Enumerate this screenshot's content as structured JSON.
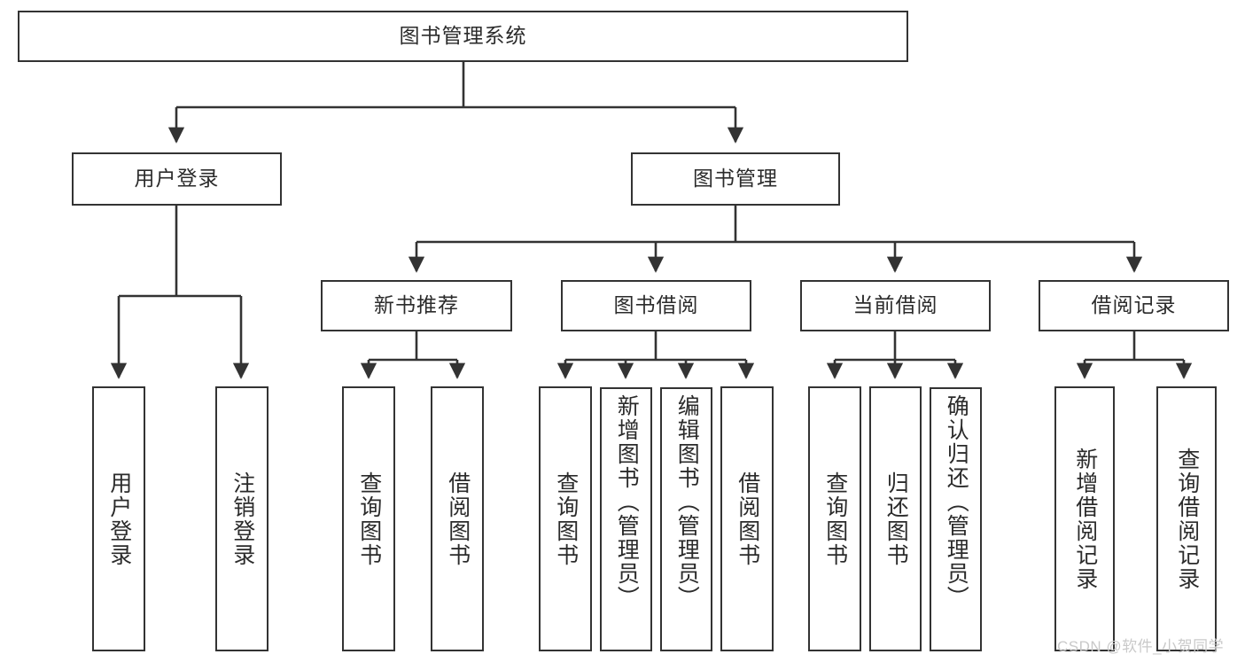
{
  "diagram": {
    "title": "图书管理系统",
    "watermark": "CSDN @软件_小贺同学",
    "colors": {
      "box_border": "#333333",
      "box_fill": "#ffffff",
      "connector": "#333333",
      "text": "#2b2b2b",
      "background": "#ffffff",
      "watermark": "#c9c9c9"
    },
    "nodes": {
      "root": {
        "label": "图书管理系统"
      },
      "level1": [
        {
          "label": "用户登录"
        },
        {
          "label": "图书管理"
        }
      ],
      "level2": [
        {
          "label": "新书推荐"
        },
        {
          "label": "图书借阅"
        },
        {
          "label": "当前借阅"
        },
        {
          "label": "借阅记录"
        }
      ],
      "leaves": {
        "user_login": [
          {
            "label": "用户登录"
          },
          {
            "label": "注销登录"
          }
        ],
        "new_book_rec": [
          {
            "label": "查询图书"
          },
          {
            "label": "借阅图书"
          }
        ],
        "book_borrow": [
          {
            "label": "查询图书"
          },
          {
            "label": "新增图书（管理员）"
          },
          {
            "label": "编辑图书（管理员）"
          },
          {
            "label": "借阅图书"
          }
        ],
        "current_borrow": [
          {
            "label": "查询图书"
          },
          {
            "label": "归还图书"
          },
          {
            "label": "确认归还（管理员）"
          }
        ],
        "borrow_record": [
          {
            "label": "新增借阅记录"
          },
          {
            "label": "查询借阅记录"
          }
        ]
      }
    }
  }
}
